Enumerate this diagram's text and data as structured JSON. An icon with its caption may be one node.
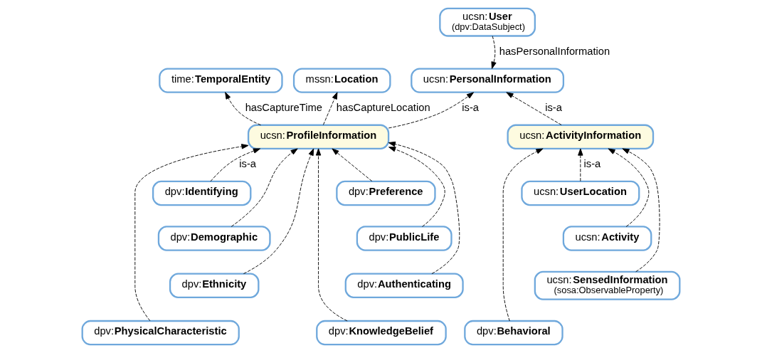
{
  "diagram": {
    "nodes": [
      {
        "text": [
          "ucsn:**User**",
          "(dpv:DataSubject)"
        ]
      },
      {
        "text": [
          "ucsn:**PersonalInformation**"
        ]
      },
      {
        "text": [
          "time:**TemporalEntity**"
        ]
      },
      {
        "text": [
          "ucsn:**ProfileInformation**"
        ]
      },
      {
        "text": [
          "ucsn:**ActivityInformation**"
        ]
      },
      {
        "text": [
          "mssn:**Location**"
        ]
      },
      {
        "text": [
          "dpv:**Identifying**"
        ]
      },
      {
        "text": [
          "dpv:**Preference**"
        ]
      },
      {
        "text": [
          "dpv:**Demographic**"
        ]
      },
      {
        "text": [
          "dpv:**PublicLife**"
        ]
      },
      {
        "text": [
          "dpv:**Ethnicity**"
        ]
      },
      {
        "text": [
          "dpv:**Authenticating**"
        ]
      },
      {
        "text": [
          "dpv:**PhysicalCharacteristic**"
        ]
      },
      {
        "text": [
          "dpv:**KnowledgeBelief**"
        ]
      },
      {
        "text": [
          "ucsn:**UserLocation**"
        ]
      },
      {
        "text": [
          "ucsn:**Activity**"
        ]
      },
      {
        "text": [
          "ucsn:**SensedInformation**",
          "(sosa:ObservableProperty)"
        ]
      },
      {
        "text": [
          "dpv:**Behavioral**"
        ]
      }
    ],
    "edges": [
      {
        "from": 0,
        "to": 1,
        "arrow": "to",
        "style": "dashed",
        "label": "hasPersonalInformation"
      },
      {
        "from": 3,
        "to": 1,
        "arrow": "to",
        "style": "dashed",
        "label": "is-a"
      },
      {
        "from": 4,
        "to": 1,
        "arrow": "to",
        "style": "dashed",
        "label": "is-a"
      },
      {
        "from": 3,
        "to": 2,
        "arrow": "to",
        "style": "dashed",
        "label": "hasCaptureTime"
      },
      {
        "from": 3,
        "to": 5,
        "arrow": "to",
        "style": "dashed",
        "label": "hasCaptureLocation"
      },
      {
        "from": 6,
        "to": 3,
        "arrow": "to",
        "style": "dashed",
        "label": "is-a"
      },
      {
        "from": 7,
        "to": 3,
        "arrow": "to",
        "style": "dashed"
      },
      {
        "from": 8,
        "to": 3,
        "arrow": "to",
        "style": "dashed"
      },
      {
        "from": 9,
        "to": 3,
        "arrow": "to",
        "style": "dashed"
      },
      {
        "from": 10,
        "to": 3,
        "arrow": "to",
        "style": "dashed"
      },
      {
        "from": 11,
        "to": 3,
        "arrow": "to",
        "style": "dashed"
      },
      {
        "from": 12,
        "to": 3,
        "arrow": "to",
        "style": "dashed"
      },
      {
        "from": 13,
        "to": 3,
        "arrow": "to",
        "style": "dashed"
      },
      {
        "from": 14,
        "to": 4,
        "arrow": "to",
        "style": "dashed",
        "label": "is-a"
      },
      {
        "from": 15,
        "to": 4,
        "arrow": "to",
        "style": "dashed"
      },
      {
        "from": 16,
        "to": 4,
        "arrow": "to",
        "style": "dashed"
      },
      {
        "from": 17,
        "to": 4,
        "arrow": "to",
        "style": "dashed"
      }
    ]
  }
}
